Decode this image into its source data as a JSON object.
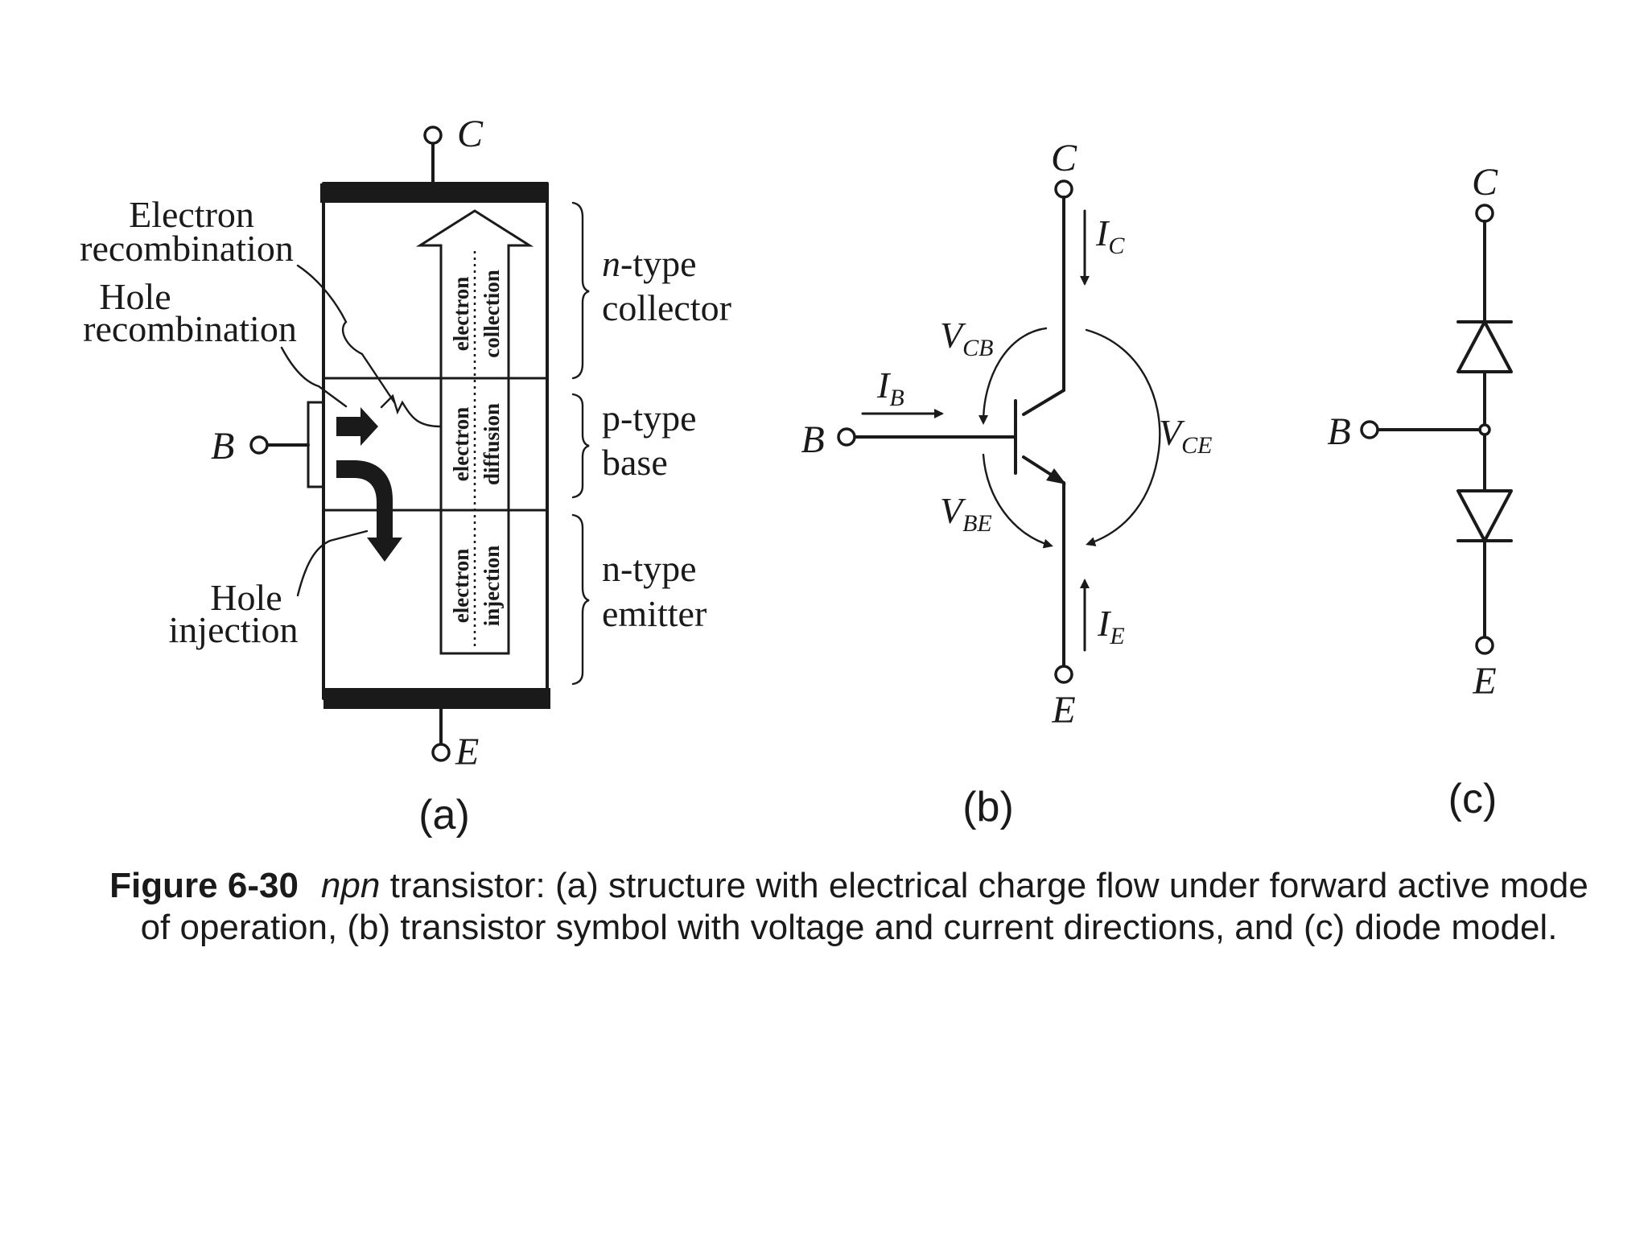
{
  "panel_a": {
    "terminal_c": "C",
    "terminal_b": "B",
    "terminal_e": "E",
    "label_electron_recombination": [
      "Electron",
      "recombination"
    ],
    "label_hole_recombination": [
      "Hole",
      "recombination"
    ],
    "label_hole_injection": [
      "Hole",
      "injection"
    ],
    "region_collector": [
      "n-type",
      "collector"
    ],
    "region_base": [
      "p-type",
      "base"
    ],
    "region_emitter": [
      "n-type",
      "emitter"
    ],
    "flow_collection": [
      "electron",
      "collection"
    ],
    "flow_diffusion": [
      "electron",
      "diffusion"
    ],
    "flow_injection": [
      "electron",
      "injection"
    ],
    "panel_label": "(a)"
  },
  "panel_b": {
    "terminal_c": "C",
    "terminal_b": "B",
    "terminal_e": "E",
    "ic": "I",
    "ic_sub": "C",
    "ib": "I",
    "ib_sub": "B",
    "ie": "I",
    "ie_sub": "E",
    "vcb": "V",
    "vcb_sub": "CB",
    "vbe": "V",
    "vbe_sub": "BE",
    "vce": "V",
    "vce_sub": "CE",
    "panel_label": "(b)"
  },
  "panel_c": {
    "terminal_c": "C",
    "terminal_b": "B",
    "terminal_e": "E",
    "panel_label": "(c)"
  },
  "caption": {
    "figure_number": "Figure 6-30",
    "npn": "npn",
    "text": " transistor: (a) structure with electrical charge flow under forward active mode of operation, (b) transistor symbol with voltage and current directions, and (c) diode model."
  }
}
